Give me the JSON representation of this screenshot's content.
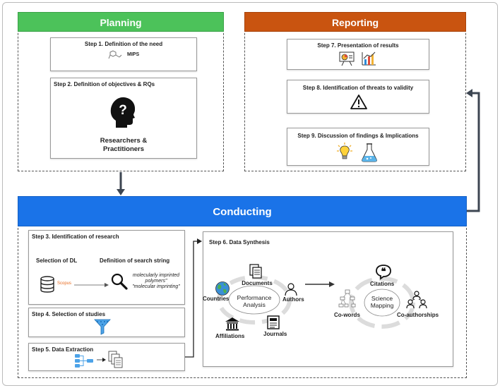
{
  "phases": {
    "planning": {
      "title": "Planning",
      "step1": {
        "title": "Step 1. Definition of the need",
        "label": "MIPS"
      },
      "step2": {
        "title": "Step 2. Definition of objectives & RQs",
        "label_line1": "Researchers &",
        "label_line2": "Practitioners"
      }
    },
    "reporting": {
      "title": "Reporting",
      "step7": {
        "title": "Step 7. Presentation of results"
      },
      "step8": {
        "title": "Step 8. Identification of threats to validity"
      },
      "step9": {
        "title": "Step 9. Discussion of findings & Implications"
      }
    },
    "conducting": {
      "title": "Conducting",
      "step3": {
        "title": "Step 3. Identification of research",
        "dl_label": "Selection of DL",
        "scopus": "Scopus",
        "search_label": "Definition of search string",
        "query_line1": "molecularly imprinted",
        "query_line2": "polymers\"",
        "query_line3": "\"molecular imprinting\""
      },
      "step4": {
        "title": "Step 4. Selection of studies"
      },
      "step5": {
        "title": "Step 5. Data Extraction"
      },
      "step6": {
        "title": "Step 6. Data Synthesis",
        "performance": {
          "line1": "Performance",
          "line2": "Analysis",
          "nodes": {
            "documents": "Documents",
            "countries": "Countries",
            "authors": "Authors",
            "affiliations": "Affiliations",
            "journals": "Journals"
          }
        },
        "science": {
          "line1": "Science",
          "line2": "Mapping",
          "nodes": {
            "citations": "Citations",
            "cowords": "Co-words",
            "coauthorships": "Co-authorships"
          }
        }
      }
    }
  },
  "colors": {
    "planning": "#4cc25a",
    "reporting": "#c95410",
    "conducting": "#1a73e8",
    "arrow": "#3d4652"
  },
  "icons": [
    "molecule-icon",
    "head-question-icon",
    "presentation-chart-icon",
    "bar-chart-icon",
    "warning-icon",
    "lightbulb-icon",
    "flask-icon",
    "database-icon",
    "magnifier-icon",
    "funnel-icon",
    "tree-icon",
    "documents-stack-icon",
    "documents-icon",
    "globe-icon",
    "author-icon",
    "institution-icon",
    "journal-icon",
    "citation-icon",
    "network-icon",
    "people-network-icon"
  ]
}
